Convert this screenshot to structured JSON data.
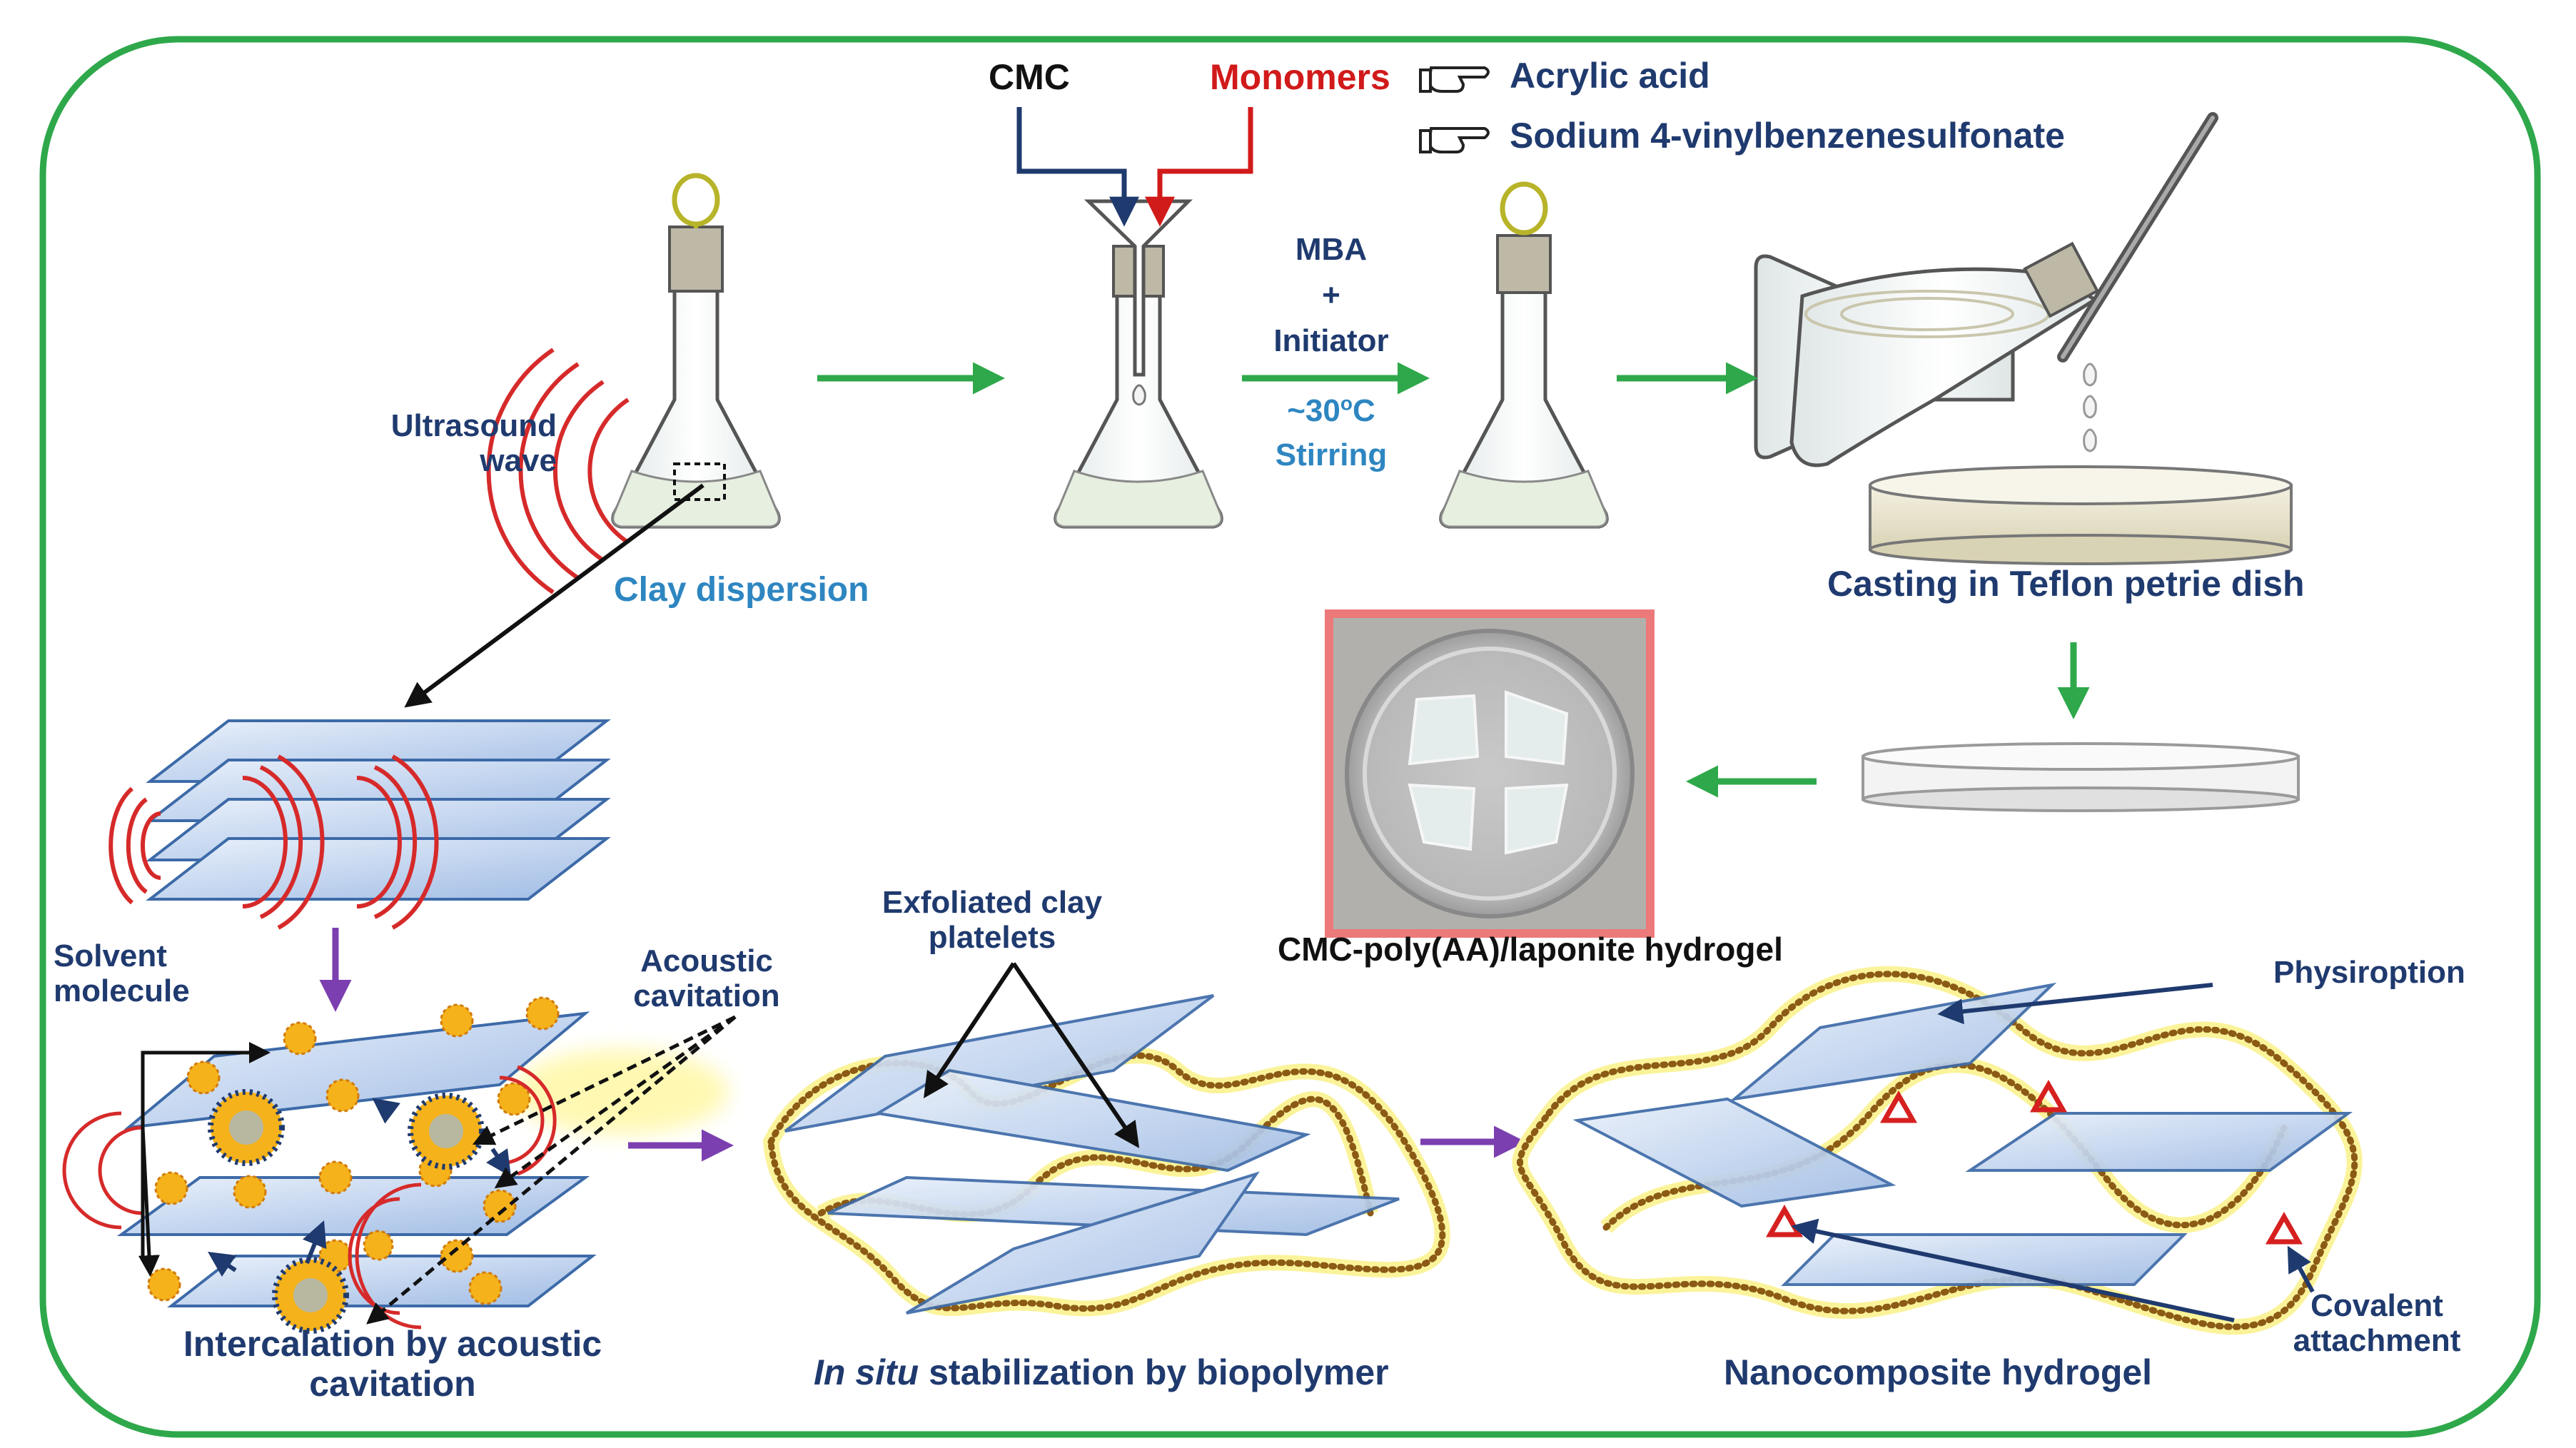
{
  "labels": {
    "cmc": "CMC",
    "monomers": "Monomers",
    "acrylic_acid": "Acrylic acid",
    "sodium_vbs": "Sodium 4-vinylbenzenesulfonate",
    "ultrasound_line1": "Ultrasound",
    "ultrasound_line2": "wave",
    "clay_dispersion": "Clay dispersion",
    "mba": "MBA",
    "plus": "+",
    "initiator": "Initiator",
    "temperature_prefix": "~30",
    "temperature_sup": "o",
    "temperature_unit": "C",
    "stirring": "Stirring",
    "casting": "Casting in Teflon petrie dish",
    "hydrogel_photo": "CMC-poly(AA)/laponite hydrogel",
    "solvent_line1": "Solvent",
    "solvent_line2": "molecule",
    "acoustic_line1": "Acoustic",
    "acoustic_line2": "cavitation",
    "exfoliated_line1": "Exfoliated clay",
    "exfoliated_line2": "platelets",
    "physisorption": "Physiroption",
    "covalent_line1": "Covalent",
    "covalent_line2": "attachment",
    "intercalation_line1": "Intercalation by acoustic",
    "intercalation_line2": "cavitation",
    "in_situ_italic": "In situ",
    "in_situ_rest": " stabilization by biopolymer",
    "nanocomposite": "Nanocomposite hydrogel"
  },
  "colors": {
    "frame": "#2ea84a",
    "flow_arrow": "#2ea84a",
    "step_arrow": "#7b3fb0",
    "wave": "#d62a2a",
    "platelet_fill": "#c5d7f0",
    "platelet_edge": "#3d6aa8",
    "chain": "#8b5a14",
    "chain_glow": "#fbf39a",
    "covalent_marker": "#d62020",
    "pointer": "#1f3a6e",
    "label_navy": "#1f3a6e",
    "label_red": "#d11a1a",
    "label_blue": "#2e86c1"
  }
}
